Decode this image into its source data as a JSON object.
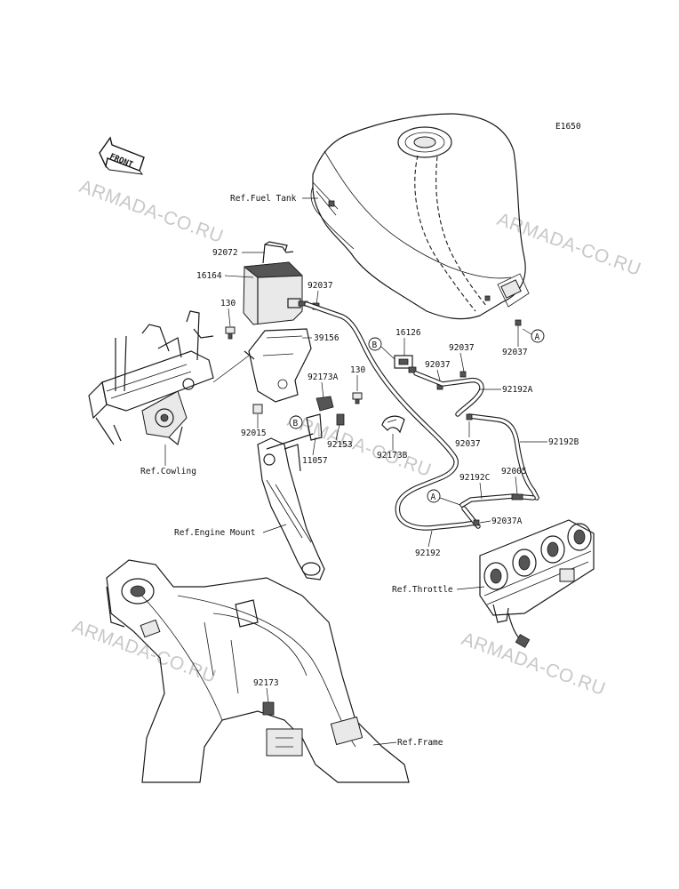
{
  "diagram_code": "E1650",
  "front_label": "FRONT",
  "watermarks": [
    "ARMADA-CO.RU",
    "ARMADA-CO.RU",
    "ARMADA-CO.RU",
    "ARMADA-CO.RU",
    "ARMADA-CO.RU"
  ],
  "references": {
    "fuel_tank": "Ref.Fuel Tank",
    "cowling": "Ref.Cowling",
    "engine_mount": "Ref.Engine Mount",
    "throttle": "Ref.Throttle",
    "frame": "Ref.Frame"
  },
  "callouts": {
    "a1": "A",
    "a2": "A",
    "b1": "B",
    "b2": "B"
  },
  "parts": {
    "p92072": "92072",
    "p16164": "16164",
    "p92037_a": "92037",
    "p130_a": "130",
    "p39156": "39156",
    "p16126": "16126",
    "p92037_b": "92037",
    "p92037_c": "92037",
    "p92192A": "92192A",
    "p92037_d": "92037",
    "p92173A": "92173A",
    "p130_b": "130",
    "p92015": "92015",
    "p92153": "92153",
    "p11057": "11057",
    "p92173B": "92173B",
    "p92037_e": "92037",
    "p92192B": "92192B",
    "p92192C": "92192C",
    "p92005": "92005",
    "p92037A": "92037A",
    "p92192": "92192",
    "p92173": "92173"
  }
}
